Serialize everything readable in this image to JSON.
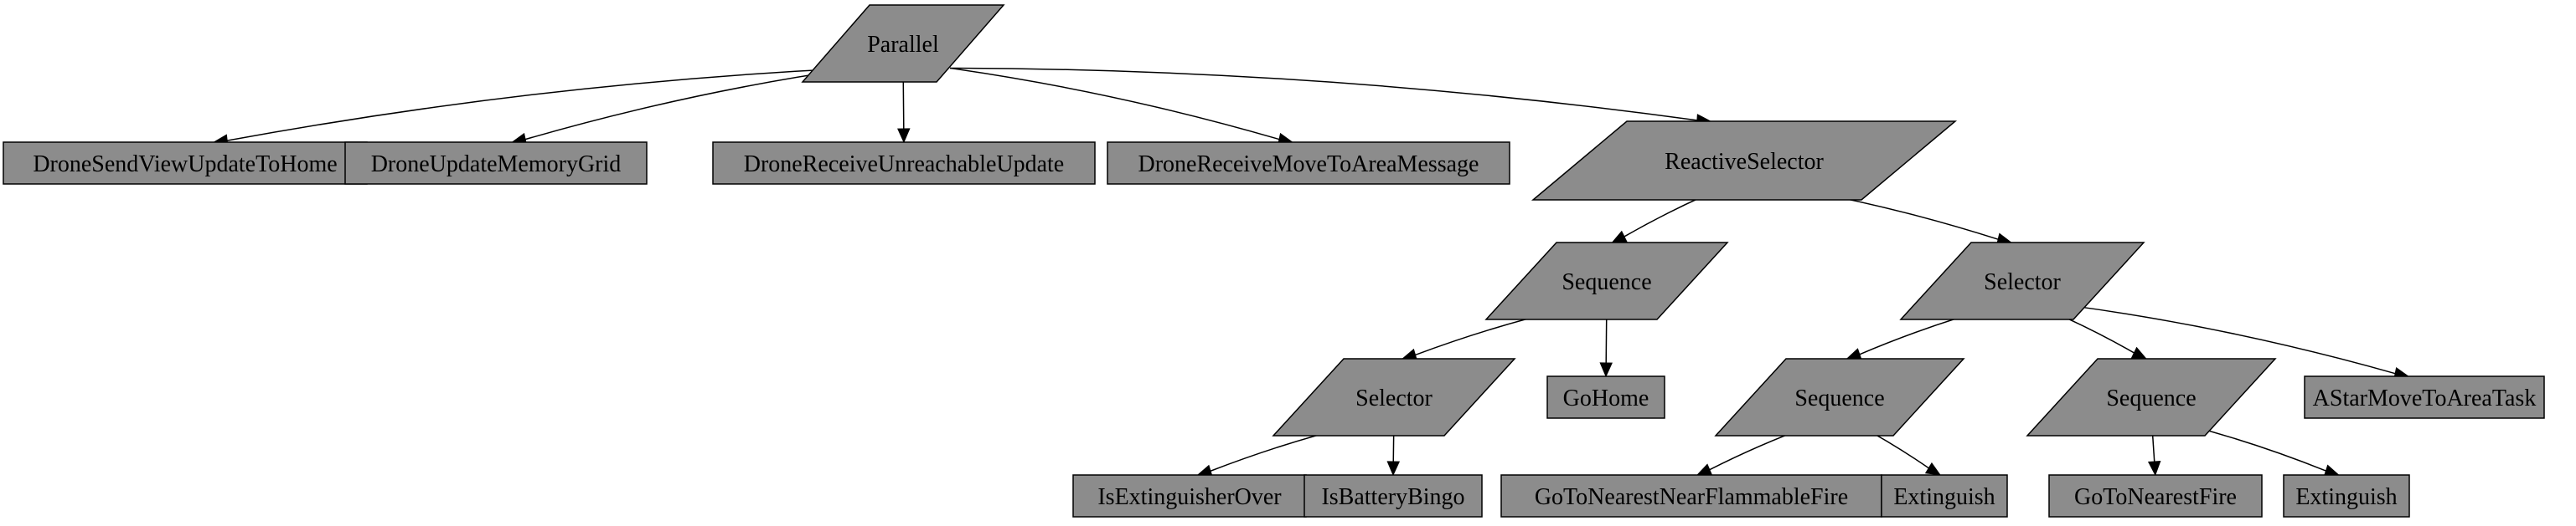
{
  "diagram": {
    "type": "tree",
    "colors": {
      "node_fill": "#8c8c8c",
      "stroke": "#000000",
      "background": "#ffffff"
    },
    "nodes": [
      {
        "id": "parallel",
        "label": "Parallel",
        "shape": "parallelogram"
      },
      {
        "id": "send_view",
        "label": "DroneSendViewUpdateToHome",
        "shape": "rect"
      },
      {
        "id": "update_grid",
        "label": "DroneUpdateMemoryGrid",
        "shape": "rect"
      },
      {
        "id": "recv_unreach",
        "label": "DroneReceiveUnreachableUpdate",
        "shape": "rect"
      },
      {
        "id": "recv_move",
        "label": "DroneReceiveMoveToAreaMessage",
        "shape": "rect"
      },
      {
        "id": "reactive",
        "label": "ReactiveSelector",
        "shape": "parallelogram"
      },
      {
        "id": "seq1",
        "label": "Sequence",
        "shape": "parallelogram"
      },
      {
        "id": "sel_top",
        "label": "Selector",
        "shape": "parallelogram"
      },
      {
        "id": "sel_inner",
        "label": "Selector",
        "shape": "parallelogram"
      },
      {
        "id": "gohome",
        "label": "GoHome",
        "shape": "rect"
      },
      {
        "id": "seq2",
        "label": "Sequence",
        "shape": "parallelogram"
      },
      {
        "id": "seq3",
        "label": "Sequence",
        "shape": "parallelogram"
      },
      {
        "id": "astar",
        "label": "AStarMoveToAreaTask",
        "shape": "rect"
      },
      {
        "id": "is_ext_over",
        "label": "IsExtinguisherOver",
        "shape": "rect"
      },
      {
        "id": "is_batt",
        "label": "IsBatteryBingo",
        "shape": "rect"
      },
      {
        "id": "goto_flam",
        "label": "GoToNearestNearFlammableFire",
        "shape": "rect"
      },
      {
        "id": "ext1",
        "label": "Extinguish",
        "shape": "rect"
      },
      {
        "id": "goto_fire",
        "label": "GoToNearestFire",
        "shape": "rect"
      },
      {
        "id": "ext2",
        "label": "Extinguish",
        "shape": "rect"
      }
    ],
    "edges": [
      {
        "from": "parallel",
        "to": "send_view"
      },
      {
        "from": "parallel",
        "to": "update_grid"
      },
      {
        "from": "parallel",
        "to": "recv_unreach"
      },
      {
        "from": "parallel",
        "to": "recv_move"
      },
      {
        "from": "parallel",
        "to": "reactive"
      },
      {
        "from": "reactive",
        "to": "seq1"
      },
      {
        "from": "reactive",
        "to": "sel_top"
      },
      {
        "from": "seq1",
        "to": "sel_inner"
      },
      {
        "from": "seq1",
        "to": "gohome"
      },
      {
        "from": "sel_top",
        "to": "seq2"
      },
      {
        "from": "sel_top",
        "to": "seq3"
      },
      {
        "from": "sel_top",
        "to": "astar"
      },
      {
        "from": "sel_inner",
        "to": "is_ext_over"
      },
      {
        "from": "sel_inner",
        "to": "is_batt"
      },
      {
        "from": "seq2",
        "to": "goto_flam"
      },
      {
        "from": "seq2",
        "to": "ext1"
      },
      {
        "from": "seq3",
        "to": "goto_fire"
      },
      {
        "from": "seq3",
        "to": "ext2"
      }
    ]
  }
}
